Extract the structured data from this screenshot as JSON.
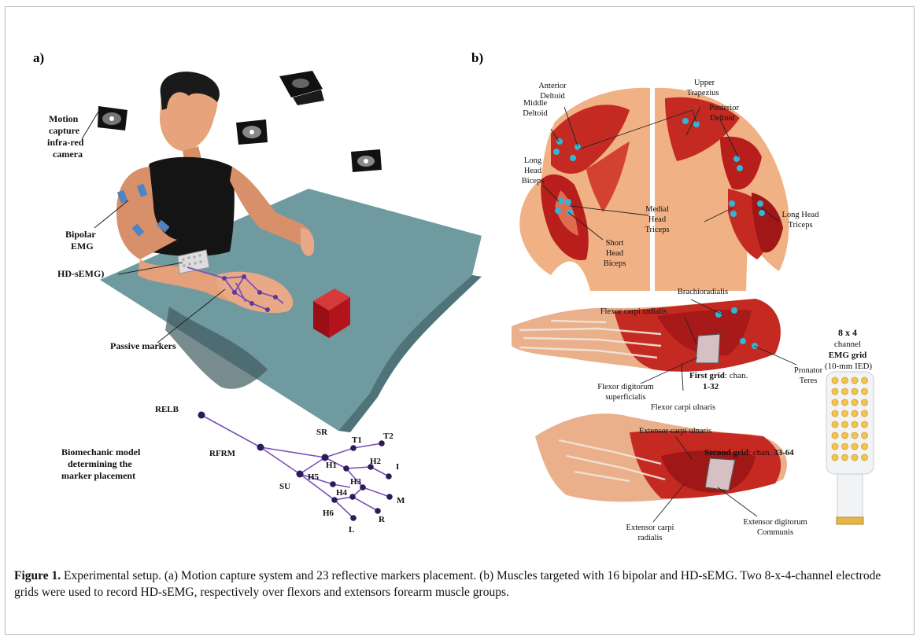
{
  "panel_a": {
    "label": "a)",
    "labels": {
      "camera": [
        "Motion",
        "capture",
        "infra-red",
        "camera"
      ],
      "bipolar": [
        "Bipolar",
        "EMG"
      ],
      "hdsemg": "HD-sEMG)",
      "passive": "Passive markers",
      "model": [
        "Biomechanic model",
        "determining the",
        "marker placement"
      ]
    },
    "markers": [
      "RELB",
      "RFRM",
      "SR",
      "SU",
      "T1",
      "T2",
      "H1",
      "H2",
      "H3",
      "H4",
      "H5",
      "H6",
      "I",
      "M",
      "R",
      "L"
    ]
  },
  "panel_b": {
    "label": "b)",
    "upper_labels": {
      "anterior_deltoid": [
        "Anterior",
        "Deltoid"
      ],
      "upper_trapezius": [
        "Upper",
        "Trapezius"
      ],
      "middle_deltoid": [
        "Middle",
        "Deltoid"
      ],
      "posterior_deltoid": [
        "Posterior",
        "Deltoid"
      ],
      "long_head_biceps": [
        "Long",
        "Head",
        "Biceps"
      ],
      "medial_head_triceps": [
        "Medial",
        "Head",
        "Triceps"
      ],
      "long_head_triceps": [
        "Long Head",
        "Triceps"
      ],
      "short_head_biceps": [
        "Short",
        "Head",
        "Biceps"
      ]
    },
    "forearm_labels": {
      "brachioradialis": "Brachioradialis",
      "flexor_carpi_radialis": "Flexor carpi radialis",
      "first_grid_bold": "First grid",
      "first_grid_rest": ": chan.",
      "first_grid_range": "1-32",
      "flexor_digitorum": [
        "Flexor digitorum",
        "superficialis"
      ],
      "flexor_carpi_ulnaris": "Flexor carpi ulnaris",
      "pronator": [
        "Pronator",
        "Teres"
      ],
      "extensor_carpi_ulnaris": "Extensor carpi ulnaris",
      "second_grid_bold": "Second grid",
      "second_grid_rest": ": chan. ",
      "second_grid_range": "33-64",
      "extensor_carpi_radialis": [
        "Extensor carpi",
        "radialis"
      ],
      "extensor_digitorum": [
        "Extensor digitorum",
        "Communis"
      ]
    },
    "grid_label": {
      "size": "8 x 4",
      "channel": "channel",
      "emg": "EMG grid",
      "ied": "(10-mm IED)"
    }
  },
  "caption": {
    "label": "Figure 1.",
    "text": " Experimental setup. (a) Motion capture system and 23 reflective markers placement. (b) Muscles targeted with 16 bipolar and HD-sEMG. Two 8-x-4-channel electrode grids were used to record HD-sEMG, respectively over flexors and extensors forearm muscle groups."
  },
  "colors": {
    "table": "#6f9aa0",
    "muscle_red": "#c0231f",
    "skin": "#e8a07a",
    "marker_dot": "#2db7d8",
    "model_node": "#2c1a5a",
    "model_line": "#7a50b8",
    "cube": "#b3141b"
  }
}
